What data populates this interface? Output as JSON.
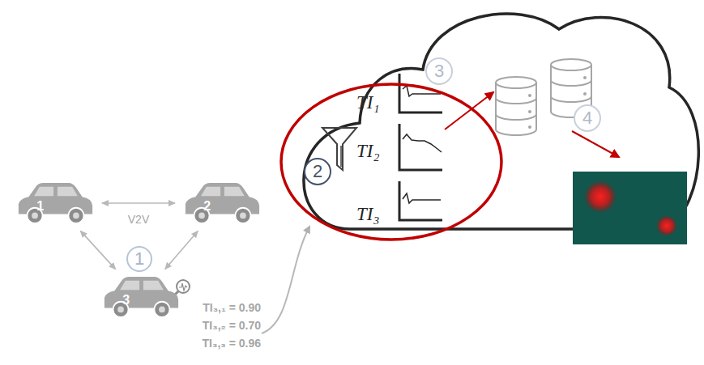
{
  "diagram": {
    "nodes": [
      {
        "text": [
          "1"
        ]
      },
      {
        "text": [
          "2"
        ]
      },
      {
        "text": [
          "3"
        ]
      },
      {
        "text": [
          "TI₁",
          "TI₂",
          "TI₃"
        ]
      }
    ],
    "edges": [
      {
        "from": 0,
        "to": 1,
        "arrow": "both",
        "label": "V2V"
      },
      {
        "from": 0,
        "to": 2,
        "arrow": "both"
      },
      {
        "from": 1,
        "to": 2,
        "arrow": "both"
      }
    ],
    "labels": [
      "1",
      "TI₃,₁ = 0.90",
      "TI₃,₂ = 0.70",
      "TI₃,₃ = 0.96",
      "2",
      "3",
      "4"
    ]
  }
}
